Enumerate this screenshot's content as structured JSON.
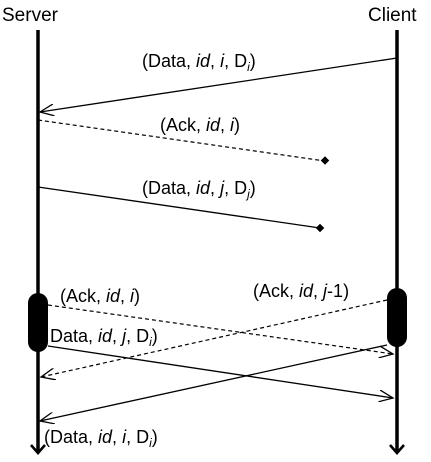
{
  "participants": {
    "server": "Server",
    "client": "Client"
  },
  "messages": [
    {
      "id": "data-i-1",
      "style": "solid",
      "direction": "client-to-server",
      "end": "arrow",
      "label": {
        "open": "(Data, ",
        "id": "id",
        "sep1": ", ",
        "idx": "i",
        "sep2": ", D",
        "sub": "i",
        "close": ")"
      }
    },
    {
      "id": "ack-i-1",
      "style": "dashed",
      "direction": "server-to-client",
      "end": "lost",
      "label": {
        "open": "(Ack, ",
        "id": "id",
        "sep1": ", ",
        "idx": "i",
        "close": ")"
      }
    },
    {
      "id": "data-j-1",
      "style": "solid",
      "direction": "server-to-client",
      "end": "lost",
      "label": {
        "open": "(Data, ",
        "id": "id",
        "sep1": ", ",
        "idx": "j",
        "sep2": ", D",
        "sub": "j",
        "close": ")"
      }
    },
    {
      "id": "ack-i-2",
      "style": "dashed",
      "direction": "server-to-client",
      "end": "arrow",
      "label": {
        "open": "(Ack, ",
        "id": "id",
        "sep1": ", ",
        "idx": "i",
        "close": ")"
      }
    },
    {
      "id": "ack-jm1",
      "style": "dashed",
      "direction": "client-to-server",
      "end": "arrow",
      "label": {
        "open": "(Ack, ",
        "id": "id",
        "sep1": ", ",
        "idx": "j",
        "tail": "-1",
        "close": ")"
      }
    },
    {
      "id": "data-j-2",
      "style": "solid",
      "direction": "server-to-client",
      "end": "arrow",
      "label": {
        "open": "Data, ",
        "id": "id",
        "sep1": ", ",
        "idx": "j",
        "sep2": ", D",
        "sub": "i",
        "close": ")"
      }
    },
    {
      "id": "data-i-2",
      "style": "solid",
      "direction": "client-to-server",
      "end": "arrow",
      "label": {
        "open": "(Data, ",
        "id": "id",
        "sep1": ", ",
        "idx": "i",
        "sep2": ", D",
        "sub": "i",
        "close": ")"
      }
    }
  ]
}
